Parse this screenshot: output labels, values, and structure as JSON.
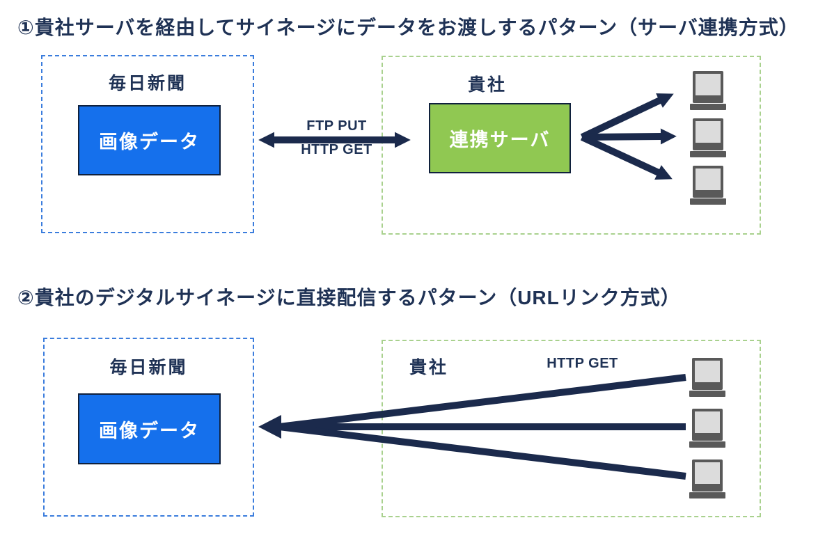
{
  "colors": {
    "text_navy": "#1f3255",
    "arrow_navy": "#1b2a4c",
    "box_edge_navy": "#10213d",
    "blue_box_fill": "#1570ec",
    "blue_dashed_border": "#3b7ddd",
    "green_box_fill": "#90c852",
    "green_dashed_border": "#a9d18e",
    "signage_dark": "#595959",
    "signage_screen": "#dcdcdc"
  },
  "section1": {
    "title": "①貴社サーバを経由してサイネージにデータをお渡しするパターン（サーバ連携方式）",
    "sender": {
      "label": "毎日新聞",
      "box_label": "画像データ"
    },
    "link_labels": {
      "top": "FTP PUT",
      "bottom": "HTTP GET"
    },
    "receiver": {
      "label": "貴社",
      "box_label": "連携サーバ"
    },
    "signage_count": 3
  },
  "section2": {
    "title": "②貴社のデジタルサイネージに直接配信するパターン（URLリンク方式）",
    "sender": {
      "label": "毎日新聞",
      "box_label": "画像データ"
    },
    "receiver": {
      "label": "貴社"
    },
    "link_label": "HTTP GET",
    "signage_count": 3
  }
}
